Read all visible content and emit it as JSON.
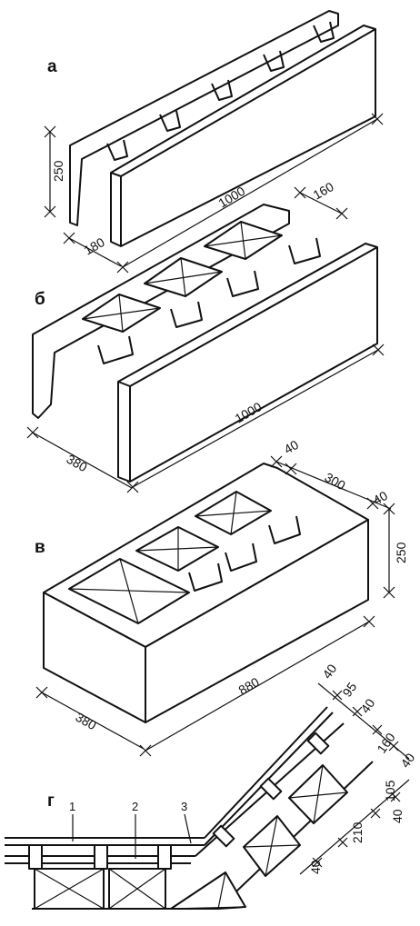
{
  "panels": {
    "a": {
      "label": "а",
      "dims": {
        "height": "250",
        "length": "1000",
        "width": "180",
        "width2": "160"
      }
    },
    "b": {
      "label": "б",
      "dims": {
        "length": "1000",
        "width": "380"
      }
    },
    "v": {
      "label": "в",
      "dims": {
        "d40a": "40",
        "d300": "300",
        "d40b": "40",
        "height": "250",
        "length": "880",
        "width": "380"
      }
    },
    "g": {
      "label": "г",
      "callouts": [
        "1",
        "2",
        "3"
      ],
      "dims": {
        "d40_top": "40",
        "d95": "95",
        "d40_mid": "40",
        "d160": "160",
        "d40_right": "40",
        "d105": "105",
        "d40_r2": "40",
        "d210": "210",
        "d40_bottom": "40"
      }
    }
  }
}
